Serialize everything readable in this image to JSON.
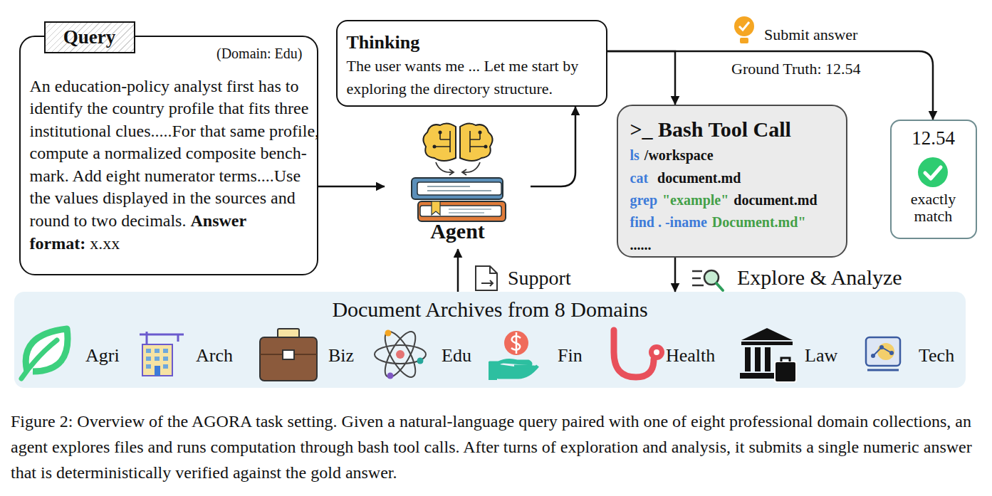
{
  "diagram": {
    "caption": "Figure 2: Overview of the AGORA task setting. Given a natural-language query paired with one of eight professional domain collections, an agent explores files and runs computation through bash tool calls. After turns of exploration and analysis, it submits a single numeric answer that is deterministically verified against the gold answer.",
    "nodes": [
      {
        "text": [
          "(Domain: Edu)",
          "An education-policy analyst first has to identify the country profile that fits three institutional clues.....For that same profile, compute a normalized composite bench-mark. Add eight numerator terms....Use the values displayed in the sources and round to two decimals.",
          "Answer format:",
          "x.xx"
        ]
      },
      {
        "text": [
          "Query"
        ],
        "in": 0
      },
      {
        "text": [
          "Thinking",
          "The user wants me ... Let me start by exploring the directory structure."
        ]
      },
      {
        "text": [
          "Agent"
        ]
      },
      {
        "text": [
          ">_ Bash Tool Call",
          "ls",
          "/workspace",
          "cat",
          "document.md",
          "grep",
          "\"example\"",
          "document.md",
          "find . -iname",
          "Document.md\"",
          "......"
        ]
      },
      {
        "text": [
          "12.54",
          "exactly match"
        ]
      },
      {
        "text": [
          "Document Archives from 8 Domains",
          "Agri",
          "Arch",
          "Biz",
          "Edu",
          "Fin",
          "Health",
          "Law",
          "Tech"
        ]
      }
    ],
    "edges": [
      {
        "from": 0,
        "to": 3,
        "arrow": "to"
      },
      {
        "from": 3,
        "to": 2,
        "arrow": "to"
      },
      {
        "from": 2,
        "to": 4,
        "arrow": "to"
      },
      {
        "from": 2,
        "to": 5,
        "label": "Submit answer",
        "arrow": "to"
      },
      {
        "from": 4,
        "to": 6,
        "label": "Explore & Analyze",
        "arrow": "to"
      },
      {
        "from": 6,
        "to": 3,
        "label": "Support",
        "arrow": "to"
      }
    ],
    "labels": [
      "Ground Truth: 12.54"
    ]
  }
}
